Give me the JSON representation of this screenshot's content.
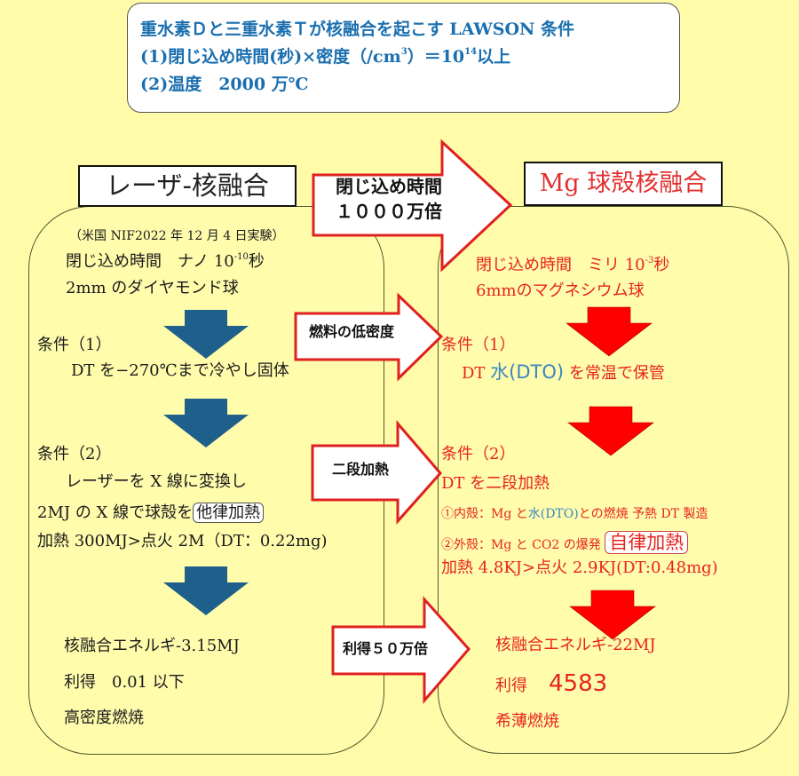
{
  "lawson": {
    "line1": "重水素Ｄと三重水素Ｔが核融合を起こす LAWSON 条件",
    "line2_pre": "(1)閉じ込め時間(秒)×密度（/cm",
    "line2_sup3": "3",
    "line2_mid": "）＝10",
    "line2_sup14": "14",
    "line2_post": "以上",
    "line3": "(2)温度　2000 万℃"
  },
  "left": {
    "title": "レーザ-核融合",
    "experiment": "（米国 NIF2022 年 12 月 4 日実験）",
    "confinement_pre": "閉じ込め時間　ナノ 10",
    "confinement_sup": "-10",
    "confinement_post": "秒",
    "sphere": "2mm のダイヤモンド球",
    "cond1_head": "条件（1）",
    "cond1_body": "DT を−270℃まで冷やし固体",
    "cond2_head": "条件（2）",
    "cond2_line1": "レーザーを X 線に変換し",
    "cond2_line2_pre": "2MJ の X 線で球殻を",
    "cond2_line2_boxed": "他律加熱",
    "cond2_line3": "加熱 300MJ>点火 2M（DT：0.22mg)",
    "energy": "核融合エネルギ-3.15MJ",
    "gain": "利得　0.01 以下",
    "burn": "高密度燃焼",
    "arrow_color": "#1f5f8b"
  },
  "right": {
    "title": "Mg 球殻核融合",
    "confinement_pre": "閉じ込め時間　ミリ 10",
    "confinement_sup": "-3",
    "confinement_post": "秒",
    "sphere": "6mmのマグネシウム球",
    "cond1_head": "条件（1）",
    "cond1_dt": "DT",
    "cond1_water": "水(DTO)",
    "cond1_post": "を常温で保管",
    "cond2_head": "条件（2）",
    "cond2_line1": "DT を二段加熱",
    "cond2_item1_pre": "①内殻：Mg と",
    "cond2_item1_water": "水(DTO)",
    "cond2_item1_post": "との燃焼 予熱 DT 製造",
    "cond2_item2_pre": "②外殻：Mg と CO2 の爆発",
    "cond2_item2_boxed": "自律加熱",
    "cond2_line4": "加熱 4.8KJ>点火 2.9KJ(DT:0.48mg)",
    "energy": "核融合エネルギ-22MJ",
    "gain_label": "利得",
    "gain_value": "4583",
    "burn": "希薄燃焼",
    "arrow_color": "#ff0000"
  },
  "arrows": {
    "confinement": {
      "line1": "閉じ込め時間",
      "line2": "１０００万倍"
    },
    "density": {
      "label": "燃料の低密度"
    },
    "two_stage": {
      "label": "二段加熱"
    },
    "gain": {
      "label": "利得５０万倍"
    }
  },
  "colors": {
    "background": "#fffba8",
    "lawson_text": "#1a6fb0",
    "red_text": "#e8231e",
    "water_blue": "#3a86c4",
    "arrow_outline": "#e02020"
  }
}
